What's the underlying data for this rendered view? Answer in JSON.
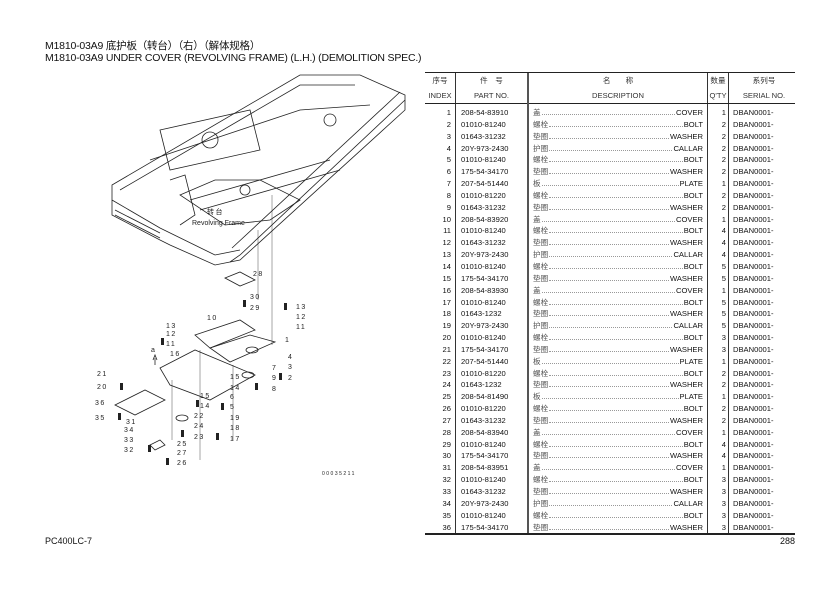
{
  "header": {
    "title_zh": "M1810-03A9   底护板（转台）（右）（解体规格）",
    "title_en": "M1810-03A9   UNDER COVER (REVOLVING FRAME) (L.H.) (DEMOLITION SPEC.)"
  },
  "diagram": {
    "frame_label_zh": "转台",
    "frame_label_en": "Revolving Frame",
    "drawing_no": "00035211",
    "arrow_label": "a",
    "callouts": [
      "28",
      "30",
      "29",
      "13",
      "12",
      "11",
      "10",
      "13",
      "12",
      "11",
      "1",
      "16",
      "4",
      "3",
      "2",
      "7",
      "9",
      "8",
      "21",
      "20",
      "15",
      "14",
      "15",
      "14",
      "6",
      "5",
      "36",
      "35",
      "31",
      "22",
      "24",
      "23",
      "19",
      "18",
      "17",
      "34",
      "33",
      "32",
      "25",
      "27",
      "26"
    ]
  },
  "table": {
    "headers_zh": [
      "序号",
      "件　号",
      "名　　称",
      "数量",
      "系列号"
    ],
    "headers_en": [
      "INDEX",
      "PART NO.",
      "DESCRIPTION",
      "Q'TY",
      "SERIAL NO."
    ],
    "rows": [
      [
        "1",
        "208-54-83910",
        "盖",
        "COVER",
        "1",
        "DBAN0001-"
      ],
      [
        "2",
        "01010-81240",
        "螺栓",
        "BOLT",
        "2",
        "DBAN0001-"
      ],
      [
        "3",
        "01643-31232",
        "垫圈",
        "WASHER",
        "2",
        "DBAN0001-"
      ],
      [
        "4",
        "20Y-973-2430",
        "护圈",
        "CALLAR",
        "2",
        "DBAN0001-"
      ],
      [
        "5",
        "01010-81240",
        "螺栓",
        "BOLT",
        "2",
        "DBAN0001-"
      ],
      [
        "6",
        "175-54-34170",
        "垫圈",
        "WASHER",
        "2",
        "DBAN0001-"
      ],
      [
        "7",
        "207-54-51440",
        "板",
        "PLATE",
        "1",
        "DBAN0001-"
      ],
      [
        "8",
        "01010-81220",
        "螺栓",
        "BOLT",
        "2",
        "DBAN0001-"
      ],
      [
        "9",
        "01643-31232",
        "垫圈",
        "WASHER",
        "2",
        "DBAN0001-"
      ],
      [
        "10",
        "208-54-83920",
        "盖",
        "COVER",
        "1",
        "DBAN0001-"
      ],
      [
        "11",
        "01010-81240",
        "螺栓",
        "BOLT",
        "4",
        "DBAN0001-"
      ],
      [
        "12",
        "01643-31232",
        "垫圈",
        "WASHER",
        "4",
        "DBAN0001-"
      ],
      [
        "13",
        "20Y-973-2430",
        "护圈",
        "CALLAR",
        "4",
        "DBAN0001-"
      ],
      [
        "14",
        "01010-81240",
        "螺栓",
        "BOLT",
        "5",
        "DBAN0001-"
      ],
      [
        "15",
        "175-54-34170",
        "垫圈",
        "WASHER",
        "5",
        "DBAN0001-"
      ],
      [
        "16",
        "208-54-83930",
        "盖",
        "COVER",
        "1",
        "DBAN0001-"
      ],
      [
        "17",
        "01010-81240",
        "螺栓",
        "BOLT",
        "5",
        "DBAN0001-"
      ],
      [
        "18",
        "01643-1232",
        "垫圈",
        "WASHER",
        "5",
        "DBAN0001-"
      ],
      [
        "19",
        "20Y-973-2430",
        "护圈",
        "CALLAR",
        "5",
        "DBAN0001-"
      ],
      [
        "20",
        "01010-81240",
        "螺栓",
        "BOLT",
        "3",
        "DBAN0001-"
      ],
      [
        "21",
        "175-54-34170",
        "垫圈",
        "WASHER",
        "3",
        "DBAN0001-"
      ],
      [
        "22",
        "207-54-51440",
        "板",
        "PLATE",
        "1",
        "DBAN0001-"
      ],
      [
        "23",
        "01010-81220",
        "螺栓",
        "BOLT",
        "2",
        "DBAN0001-"
      ],
      [
        "24",
        "01643-1232",
        "垫圈",
        "WASHER",
        "2",
        "DBAN0001-"
      ],
      [
        "25",
        "208-54-81490",
        "板",
        "PLATE",
        "1",
        "DBAN0001-"
      ],
      [
        "26",
        "01010-81220",
        "螺栓",
        "BOLT",
        "2",
        "DBAN0001-"
      ],
      [
        "27",
        "01643-31232",
        "垫圈",
        "WASHER",
        "2",
        "DBAN0001-"
      ],
      [
        "28",
        "208-54-83940",
        "盖",
        "COVER",
        "1",
        "DBAN0001-"
      ],
      [
        "29",
        "01010-81240",
        "螺栓",
        "BOLT",
        "4",
        "DBAN0001-"
      ],
      [
        "30",
        "175-54-34170",
        "垫圈",
        "WASHER",
        "4",
        "DBAN0001-"
      ],
      [
        "31",
        "208-54-83951",
        "盖",
        "COVER",
        "1",
        "DBAN0001-"
      ],
      [
        "32",
        "01010-81240",
        "螺栓",
        "BOLT",
        "3",
        "DBAN0001-"
      ],
      [
        "33",
        "01643-31232",
        "垫圈",
        "WASHER",
        "3",
        "DBAN0001-"
      ],
      [
        "34",
        "20Y-973-2430",
        "护圈",
        "CALLAR",
        "3",
        "DBAN0001-"
      ],
      [
        "35",
        "01010-81240",
        "螺栓",
        "BOLT",
        "3",
        "DBAN0001-"
      ],
      [
        "36",
        "175-54-34170",
        "垫圈",
        "WASHER",
        "3",
        "DBAN0001-"
      ]
    ]
  },
  "footer": {
    "model": "PC400LC-7",
    "page": "288"
  }
}
